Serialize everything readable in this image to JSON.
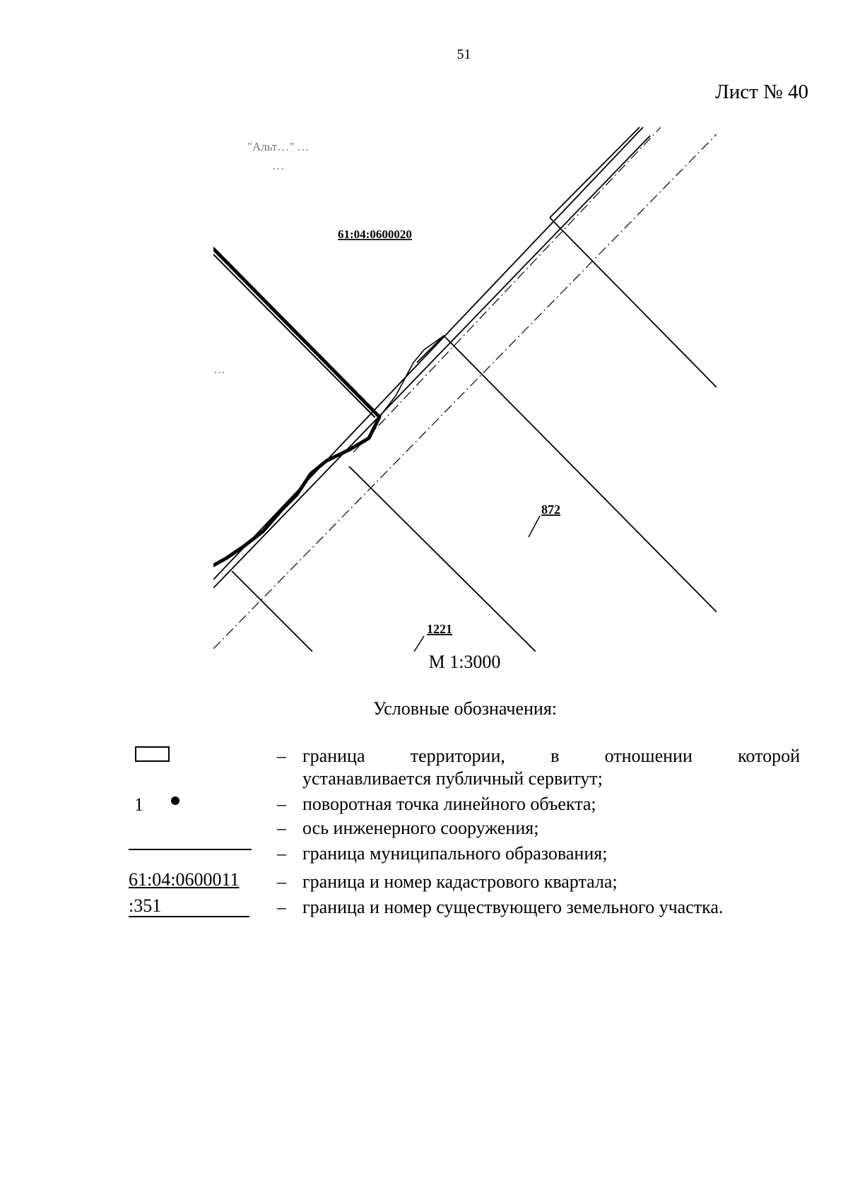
{
  "page_number": "51",
  "sheet_label": "Лист № 40",
  "map": {
    "quarter_label": "61:04:0600020",
    "parcel_labels": [
      "872",
      "1221"
    ],
    "blurred_text": [
      "\"Альт…\" …",
      "…",
      "…"
    ]
  },
  "scale": "М 1:3000",
  "legend": {
    "title": "Условные обозначения:",
    "point_symbol_number": "1",
    "quarter_symbol_label": "61:04:0600011",
    "parcel_symbol_label": ":351",
    "dash": "–",
    "items": [
      {
        "line1": "граница территории, в отношении которой",
        "line2": "устанавливается публичный сервитут;"
      },
      {
        "line1": "поворотная точка линейного объекта;"
      },
      {
        "line1": "ось инженерного сооружения;"
      },
      {
        "line1": "граница муниципального образования;"
      },
      {
        "line1": "граница и номер кадастрового квартала;"
      },
      {
        "line1": "граница и номер существующего земельного участка."
      }
    ]
  }
}
